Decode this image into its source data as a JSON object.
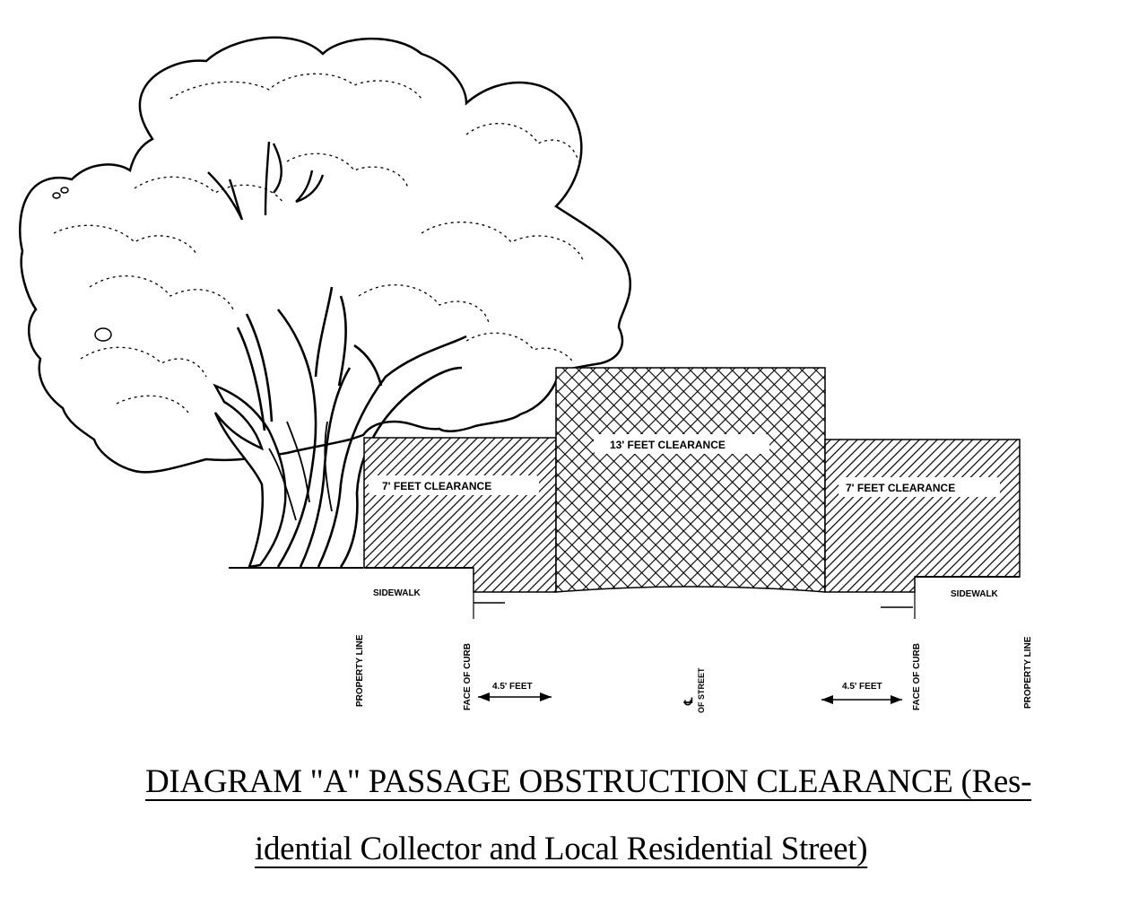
{
  "labels": {
    "clearance_left": "7' FEET CLEARANCE",
    "clearance_center": "13' FEET CLEARANCE",
    "clearance_right": "7' FEET CLEARANCE",
    "sidewalk_left": "SIDEWALK",
    "sidewalk_right": "SIDEWALK",
    "property_line_left": "PROPERTY LINE",
    "property_line_right": "PROPERTY LINE",
    "face_of_curb_left": "FACE OF CURB",
    "face_of_curb_right": "FACE OF CURB",
    "centerline_symbol": "℄",
    "centerline_label": "OF STREET",
    "offset_left": "4.5' FEET",
    "offset_right": "4.5' FEET"
  },
  "caption": {
    "line1": "DIAGRAM \"A\" PASSAGE OBSTRUCTION CLEARANCE (Res-",
    "line2": "idential Collector and Local Residential Street)"
  }
}
